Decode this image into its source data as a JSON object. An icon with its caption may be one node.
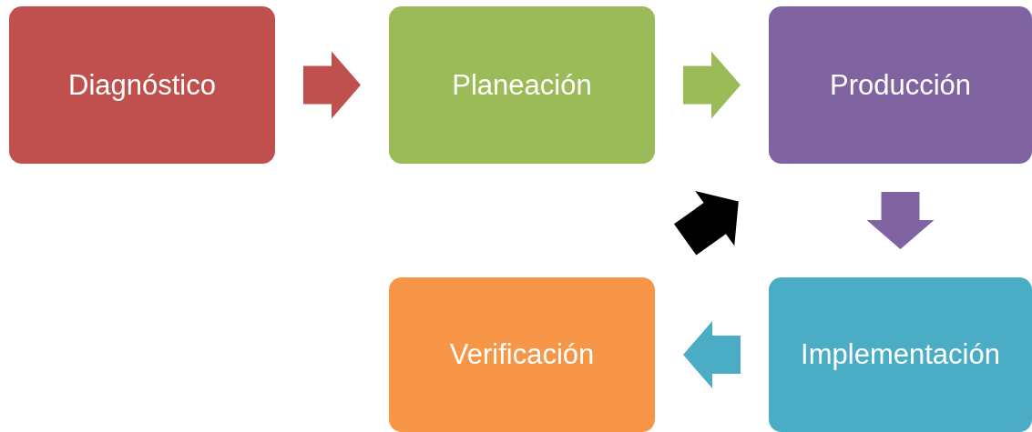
{
  "diagram": {
    "nodes": [
      {
        "text": [
          "Diagnóstico"
        ]
      },
      {
        "text": [
          "Planeación"
        ]
      },
      {
        "text": [
          "Producción"
        ]
      },
      {
        "text": [
          "Implementación"
        ]
      },
      {
        "text": [
          "Verificación"
        ]
      }
    ],
    "edges": [
      {
        "from": 0,
        "to": 1,
        "arrow": "to",
        "color": "#c0504d"
      },
      {
        "from": 1,
        "to": 2,
        "arrow": "to",
        "color": "#9bbb59"
      },
      {
        "from": 2,
        "to": 3,
        "arrow": "to",
        "color": "#8064a2"
      },
      {
        "from": 3,
        "to": 4,
        "arrow": "to",
        "color": "#4bacc6"
      },
      {
        "from": 4,
        "to": 2,
        "arrow": "to",
        "color": "#000000"
      }
    ]
  }
}
